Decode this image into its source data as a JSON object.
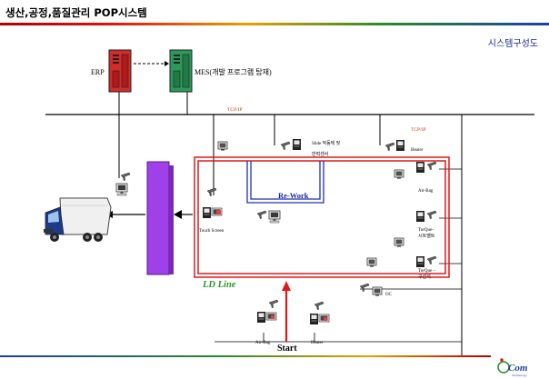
{
  "header": {
    "title": "생산,공정,품질관리 POP시스템",
    "subtitle": "시스템구성도"
  },
  "colors": {
    "erp_server": "#d42a2a",
    "mes_server": "#2a9a5a",
    "tower": "#a040e8",
    "ld_line_border": "#e01818",
    "rework_border": "#2030b0",
    "start_arrow": "#e01818"
  },
  "diagram": {
    "erp_label": "ERP",
    "mes_label": "MES(개발 프로그램 탑재)",
    "tcpip_left": "TCP/IP",
    "tcpip_right": "TCP/IP",
    "slide_label_1": "Slide 작동택 및",
    "slide_label_2": "반력센서",
    "heater_top": "Heater",
    "rework_label": "Re-Work",
    "touch_screen": "Touch Screen",
    "airbag_right": "Air-Bag",
    "torque_1a": "TorQue-",
    "torque_1b": "시트벨트",
    "torque_2a": "TorQue –",
    "torque_2b": "구선석",
    "ld_line": "LD Line",
    "oc_label": "OC",
    "airbag_bottom": "Air-Bag",
    "heater_bottom": "Heater",
    "start_label": "Start"
  },
  "logo": {
    "brand": "Com",
    "tagline": "Technology"
  }
}
